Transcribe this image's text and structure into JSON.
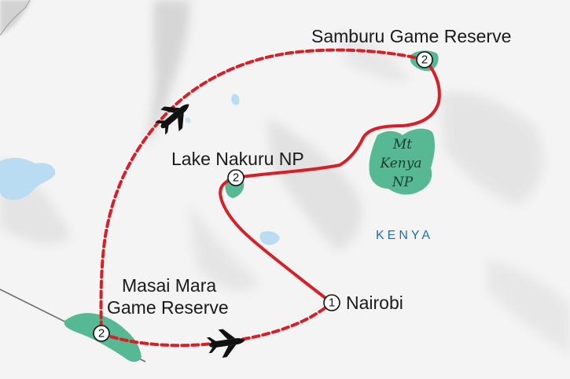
{
  "map": {
    "country_label": "KENYA",
    "colors": {
      "route_red": "#d62027",
      "park_green": "#57b894",
      "water_blue": "#b9dcf2",
      "country_text": "#1f6fb0",
      "terrain_shade": "#dcdcdc",
      "background": "#f4f4f4"
    },
    "park": {
      "lines": [
        "Mt",
        "Kenya",
        "NP"
      ]
    },
    "stops": [
      {
        "name": "Samburu Game Reserve",
        "nights": "2"
      },
      {
        "name": "Lake Nakuru NP",
        "nights": "2"
      },
      {
        "name": "Nairobi",
        "nights": "1"
      },
      {
        "name_lines": [
          "Masai Mara",
          "Game Reserve"
        ],
        "nights": "2"
      }
    ],
    "icons": [
      "plane-icon",
      "plane-icon"
    ],
    "legend_note": ""
  }
}
